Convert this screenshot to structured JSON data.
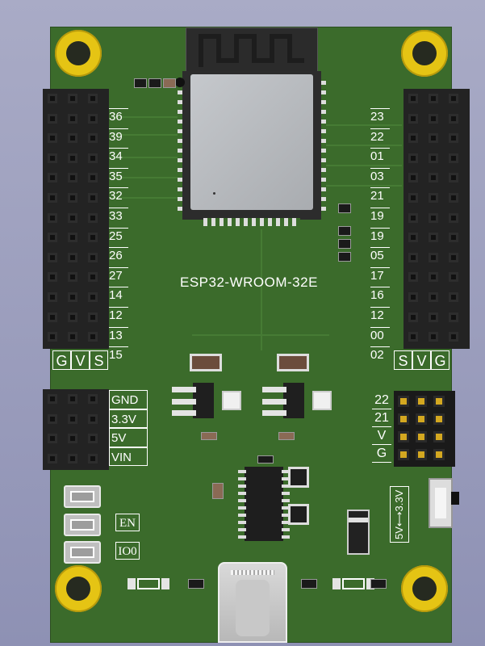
{
  "board": {
    "module_label": "ESP32-WROOM-32E",
    "left_header_pins": [
      "36",
      "39",
      "34",
      "35",
      "32",
      "33",
      "25",
      "26",
      "27",
      "14",
      "12",
      "13",
      "15"
    ],
    "right_header_pins": [
      "23",
      "22",
      "01",
      "03",
      "21",
      "19",
      "19",
      "05",
      "17",
      "16",
      "12",
      "00",
      "02"
    ],
    "left_header_footer": [
      "G",
      "V",
      "S"
    ],
    "right_header_footer": [
      "S",
      "V",
      "G"
    ],
    "power_pins": [
      "GND",
      "3.3V",
      "5V",
      "VIN"
    ],
    "uart_labels": [
      "22",
      "21",
      "V",
      "G"
    ],
    "switch_label": "5V⟷3.3V",
    "buttons": [
      "EN",
      "IO0"
    ]
  },
  "colors": {
    "pcb": "#3b6b2b",
    "silkscreen": "#ffffff",
    "mounting_hole": "#e5c414",
    "header": "#232323",
    "module_shield": "#b9bcc0"
  }
}
